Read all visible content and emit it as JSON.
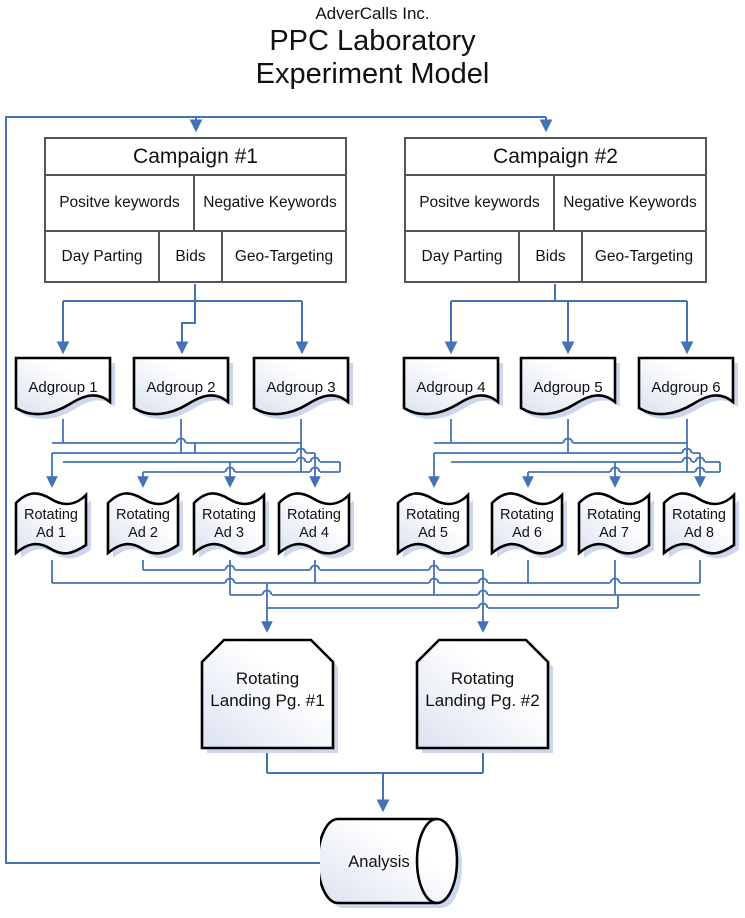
{
  "title": {
    "company": "AdverCalls Inc.",
    "heading_line1": "PPC Laboratory",
    "heading_line2": "Experiment Model"
  },
  "campaigns": [
    {
      "name": "Campaign #1",
      "row2": [
        "Positve keywords",
        "Negative Keywords"
      ],
      "row3": [
        "Day Parting",
        "Bids",
        "Geo-Targeting"
      ]
    },
    {
      "name": "Campaign #2",
      "row2": [
        "Positve keywords",
        "Negative Keywords"
      ],
      "row3": [
        "Day Parting",
        "Bids",
        "Geo-Targeting"
      ]
    }
  ],
  "adgroups": [
    "Adgroup 1",
    "Adgroup 2",
    "Adgroup 3",
    "Adgroup 4",
    "Adgroup 5",
    "Adgroup 6"
  ],
  "rotating_ads": [
    {
      "line1": "Rotating",
      "line2": "Ad 1"
    },
    {
      "line1": "Rotating",
      "line2": "Ad 2"
    },
    {
      "line1": "Rotating",
      "line2": "Ad 3"
    },
    {
      "line1": "Rotating",
      "line2": "Ad 4"
    },
    {
      "line1": "Rotating",
      "line2": "Ad 5"
    },
    {
      "line1": "Rotating",
      "line2": "Ad 6"
    },
    {
      "line1": "Rotating",
      "line2": "Ad 7"
    },
    {
      "line1": "Rotating",
      "line2": "Ad 8"
    }
  ],
  "landing_pages": [
    {
      "line1": "Rotating",
      "line2": "Landing Pg. #1"
    },
    {
      "line1": "Rotating",
      "line2": "Landing Pg. #2"
    }
  ],
  "analysis_label": "Analysis",
  "colors": {
    "connector_blue": "#4472b4",
    "shape_shadow": "#ccd7ed",
    "node_border": "#000000",
    "table_border": "#555555"
  }
}
